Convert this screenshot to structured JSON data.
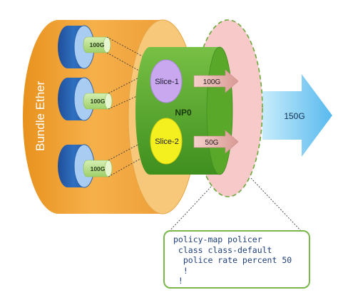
{
  "bundle": {
    "label": "Bundle Ether"
  },
  "members": [
    {
      "speed": "100G"
    },
    {
      "speed": "100G"
    },
    {
      "speed": "100G"
    }
  ],
  "np": {
    "label": "NP0",
    "slices": [
      {
        "label": "Slice-1",
        "rate": "100G"
      },
      {
        "label": "Slice-2",
        "rate": "50G"
      }
    ]
  },
  "aggregate": {
    "rate": "150G"
  },
  "config": {
    "lines": [
      "policy-map policer",
      " class class-default",
      "  police rate percent 50",
      "  !",
      " !"
    ]
  },
  "colors": {
    "bundle": "#f3a93a",
    "np": "#5aa82a",
    "slice1": "#c9a8f0",
    "slice2": "#f4f020",
    "egress": "#f7c4c4",
    "output_arrow": "#8fd3f5",
    "member_disk": "#2f6fc0",
    "member_port": "#b7e08a"
  }
}
